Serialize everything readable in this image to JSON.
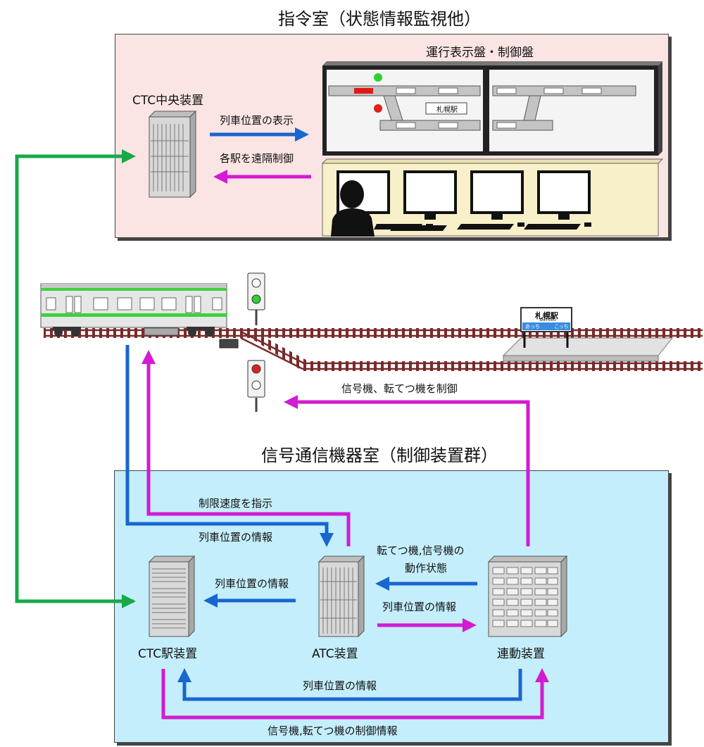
{
  "control_room": {
    "title": "指令室（状態情報監視他）",
    "panel_label": "運行表示盤・制御盤",
    "ctc_central_label": "CTC中央装置",
    "arrow_display_label": "列車位置の表示",
    "arrow_remote_label": "各駅を遠隔制御",
    "panel_station_label": "札幌駅"
  },
  "field": {
    "platform_sign_name": "札幌駅",
    "platform_sign_sub": "SAPPORO",
    "platform_sign_left": "あっち",
    "platform_sign_right": "こっち",
    "signal_control_label": "信号機、転てつ機を制御"
  },
  "equipment_room": {
    "title": "信号通信機器室（制御装置群）",
    "speed_limit_label": "制限速度を指示",
    "train_pos_info_top": "列車位置の情報",
    "atc_to_ctc_label": "列車位置の情報",
    "status_label_line1": "転てつ機,信号機の",
    "status_label_line2": "動作状態",
    "atc_to_interlock_label": "列車位置の情報",
    "ctc_station_label": "CTC駅装置",
    "atc_label": "ATC装置",
    "interlock_label": "連動装置",
    "bottom_info_label": "列車位置の情報",
    "bottom_control_label": "信号機,転てつ機の制御情報"
  },
  "colors": {
    "control_room_bg": "#fbe4e4",
    "equipment_room_bg": "#c4eefb",
    "arrow_blue": "#1866d0",
    "arrow_magenta": "#d21bd2",
    "arrow_green": "#18a84a",
    "train_stripe": "#3fd13f",
    "rail": "#7a2a2a"
  }
}
